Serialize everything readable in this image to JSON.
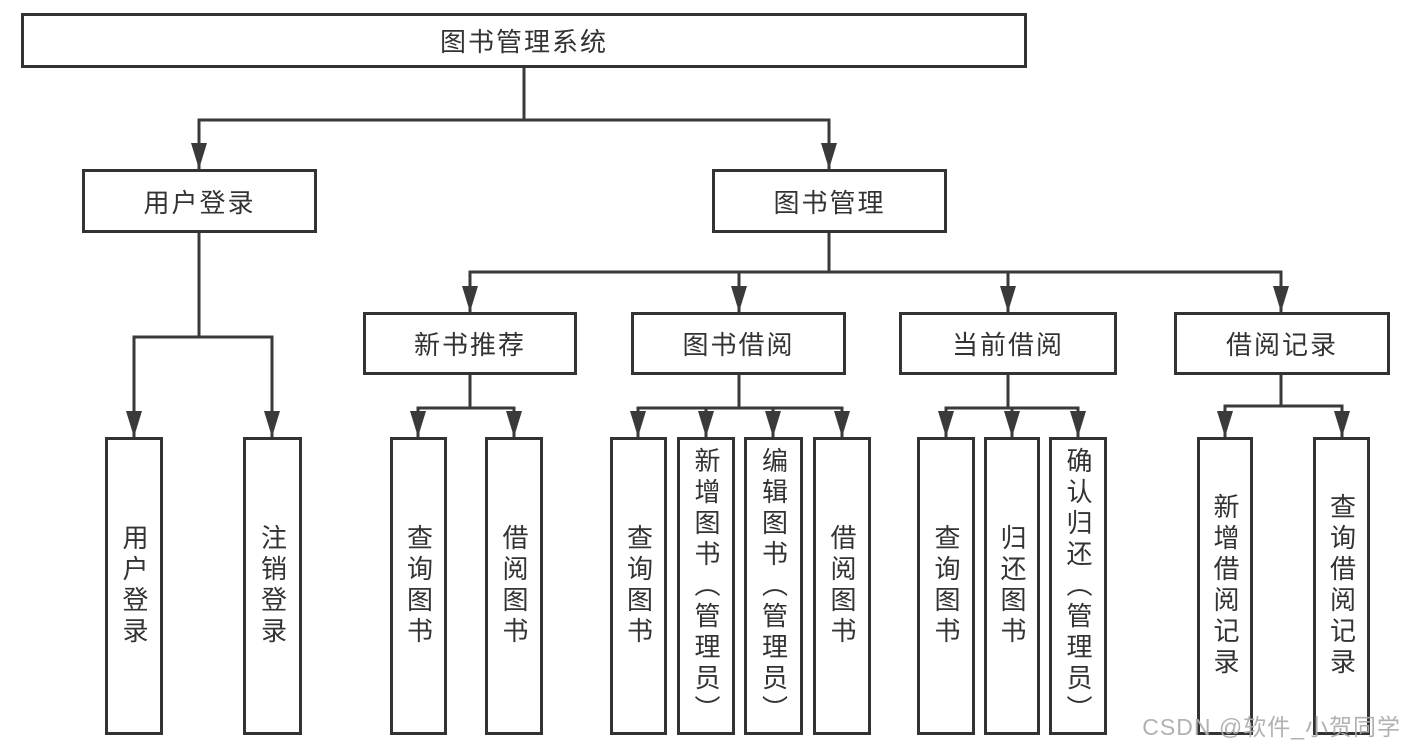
{
  "tree": {
    "root": {
      "label": "图书管理系统"
    },
    "branches": [
      {
        "label": "用户登录",
        "children": [
          {
            "label": "用户登录"
          },
          {
            "label": "注销登录"
          }
        ]
      },
      {
        "label": "图书管理",
        "children": [
          {
            "label": "新书推荐",
            "children": [
              {
                "label": "查询图书"
              },
              {
                "label": "借阅图书"
              }
            ]
          },
          {
            "label": "图书借阅",
            "children": [
              {
                "label": "查询图书"
              },
              {
                "label": "新增图书（管理员）"
              },
              {
                "label": "编辑图书（管理员）"
              },
              {
                "label": "借阅图书"
              }
            ]
          },
          {
            "label": "当前借阅",
            "children": [
              {
                "label": "查询图书"
              },
              {
                "label": "归还图书"
              },
              {
                "label": "确认归还（管理员）"
              }
            ]
          },
          {
            "label": "借阅记录",
            "children": [
              {
                "label": "新增借阅记录"
              },
              {
                "label": "查询借阅记录"
              }
            ]
          }
        ]
      }
    ]
  },
  "watermark": {
    "text": "CSDN @软件_小贺同学"
  },
  "colors": {
    "line": "#3a3a3a",
    "box_border": "#333333",
    "text": "#333333",
    "watermark": "#adadad",
    "background": "#ffffff"
  }
}
